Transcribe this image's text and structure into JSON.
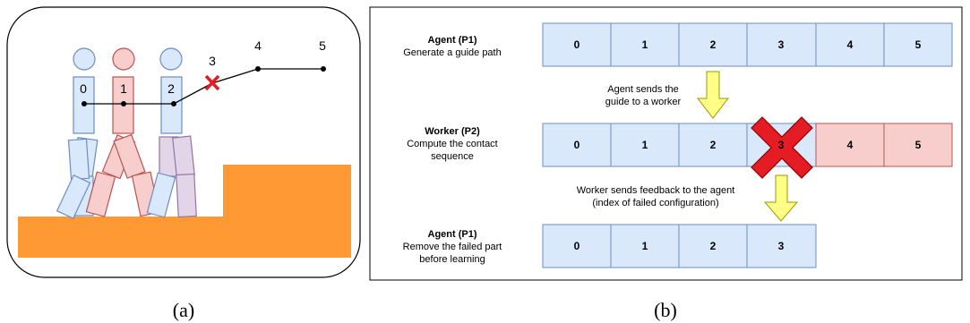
{
  "panel_a": {
    "caption": "(a)",
    "configs": [
      "0",
      "1",
      "2",
      "3",
      "4",
      "5"
    ],
    "failed_config": "3"
  },
  "panel_b": {
    "caption": "(b)",
    "row1": {
      "title": "Agent (P1)",
      "subtitle": "Generate a guide path",
      "cells": [
        "0",
        "1",
        "2",
        "3",
        "4",
        "5"
      ]
    },
    "arrow1": {
      "line1": "Agent sends the",
      "line2": "guide to a worker"
    },
    "row2": {
      "title": "Worker (P2)",
      "subtitle1": "Compute the contact",
      "subtitle2": "sequence",
      "cells": [
        "0",
        "1",
        "2",
        "3",
        "4",
        "5"
      ]
    },
    "arrow2": {
      "line1": "Worker sends feedback to the agent",
      "line2": "(index of failed configuration)"
    },
    "row3": {
      "title": "Agent (P1)",
      "subtitle1": "Remove the failed part",
      "subtitle2": "before learning",
      "cells": [
        "0",
        "1",
        "2",
        "3"
      ]
    }
  },
  "colors": {
    "blue_fill": "#dae8fc",
    "blue_stroke": "#6c8ebf",
    "red_fill": "#f8cecc",
    "red_stroke": "#b85450",
    "purple_stroke": "#9673a6",
    "orange": "#ff9933",
    "yellow_fill": "#ffff88",
    "yellow_stroke": "#9a9a00",
    "cross_red": "#e51c23"
  }
}
